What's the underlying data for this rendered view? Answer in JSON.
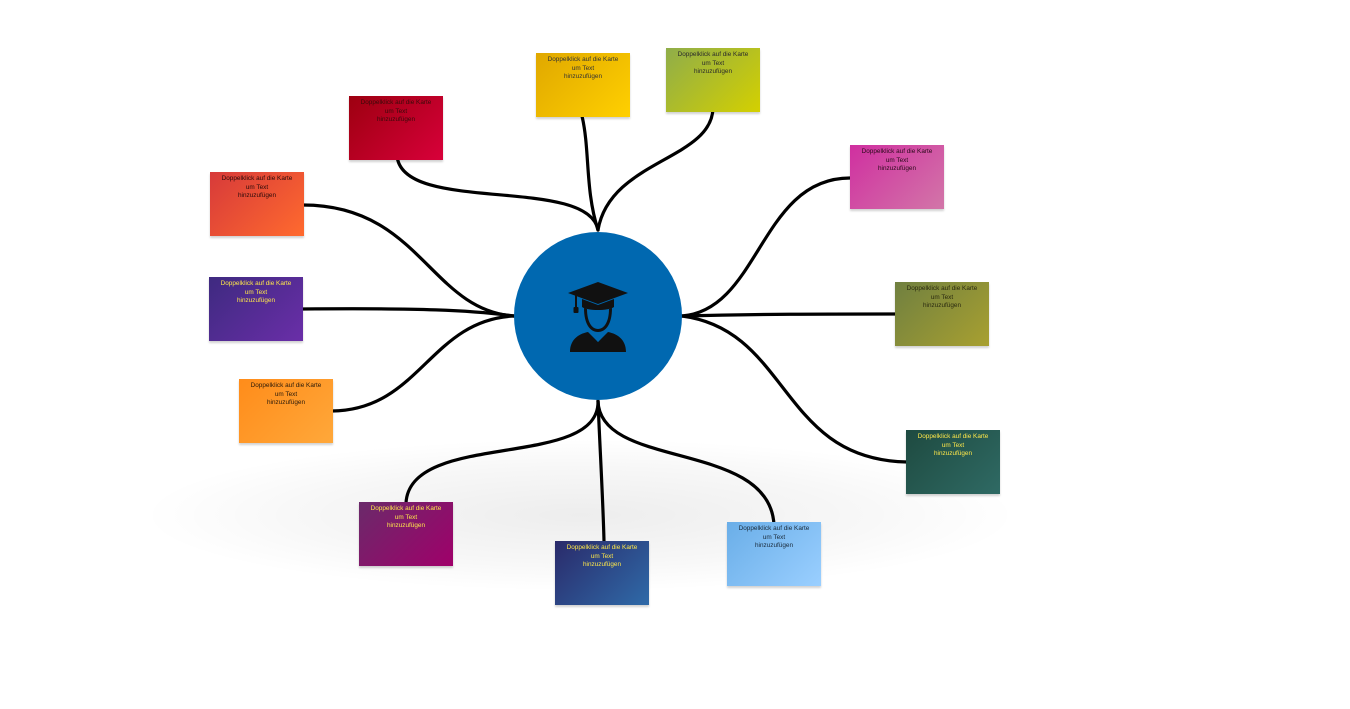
{
  "hub": {
    "icon": "graduate-icon",
    "color": "#0068b0"
  },
  "cards": [
    {
      "id": "red-dark",
      "text": [
        "Doppelklick auf die Karte",
        "um Text",
        "hinzuzufügen"
      ],
      "from": "#9d0010",
      "to": "#d8003a",
      "fg": "#3a0a0a"
    },
    {
      "id": "yellow",
      "text": [
        "Doppelklick auf die Karte",
        "um Text",
        "hinzuzufügen"
      ],
      "from": "#e0a800",
      "to": "#ffd000",
      "fg": "#333333"
    },
    {
      "id": "lime",
      "text": [
        "Doppelklick auf die Karte",
        "um Text",
        "hinzuzufügen"
      ],
      "from": "#8fad4a",
      "to": "#d4d000",
      "fg": "#2a2a2a"
    },
    {
      "id": "red-orange",
      "text": [
        "Doppelklick auf die Karte",
        "um Text",
        "hinzuzufügen"
      ],
      "from": "#d73a3a",
      "to": "#ff6a2e",
      "fg": "#2a0a0a"
    },
    {
      "id": "magenta",
      "text": [
        "Doppelklick auf die Karte",
        "um Text",
        "hinzuzufügen"
      ],
      "from": "#d02fa0",
      "to": "#d276a8",
      "fg": "#2a0a1a"
    },
    {
      "id": "purple",
      "text": [
        "Doppelklick auf die Karte",
        "um Text",
        "hinzuzufügen"
      ],
      "from": "#3e2a80",
      "to": "#6a2ea8",
      "fg": "#ffe84a"
    },
    {
      "id": "olive",
      "text": [
        "Doppelklick auf die Karte",
        "um Text",
        "hinzuzufügen"
      ],
      "from": "#708040",
      "to": "#a8a030",
      "fg": "#2a2a10"
    },
    {
      "id": "orange",
      "text": [
        "Doppelklick auf die Karte",
        "um Text",
        "hinzuzufügen"
      ],
      "from": "#ff8c1a",
      "to": "#ffa83a",
      "fg": "#2a1a0a"
    },
    {
      "id": "teal-dark",
      "text": [
        "Doppelklick auf die Karte",
        "um Text",
        "hinzuzufügen"
      ],
      "from": "#1e4a40",
      "to": "#2f6a64",
      "fg": "#ffe84a"
    },
    {
      "id": "plum",
      "text": [
        "Doppelklick auf die Karte",
        "um Text",
        "hinzuzufügen"
      ],
      "from": "#6a2a6a",
      "to": "#a0006a",
      "fg": "#ffe84a"
    },
    {
      "id": "navy",
      "text": [
        "Doppelklick auf die Karte",
        "um Text",
        "hinzuzufügen"
      ],
      "from": "#2a2a6a",
      "to": "#2f6aa8",
      "fg": "#ffe84a"
    },
    {
      "id": "sky",
      "text": [
        "Doppelklick auf die Karte",
        "um Text",
        "hinzuzufügen"
      ],
      "from": "#6aaee8",
      "to": "#9acfff",
      "fg": "#1a2a3a"
    }
  ]
}
